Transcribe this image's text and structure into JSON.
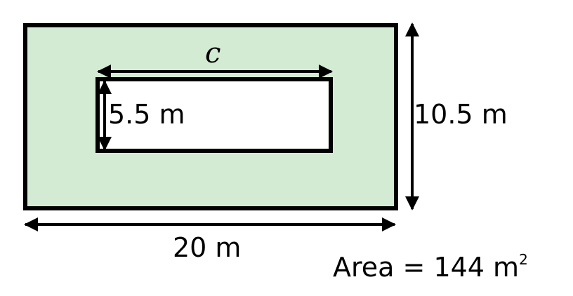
{
  "diagram": {
    "outer_rect": {
      "width_label": "20 m",
      "height_label": "10.5 m",
      "fill": "#d3ead3",
      "stroke": "#000000"
    },
    "inner_rect": {
      "width_label": "c",
      "height_label": "5.5 m",
      "fill": "#ffffff",
      "stroke": "#000000"
    },
    "area": {
      "prefix": "Area = 144 m",
      "exponent": "2"
    }
  }
}
